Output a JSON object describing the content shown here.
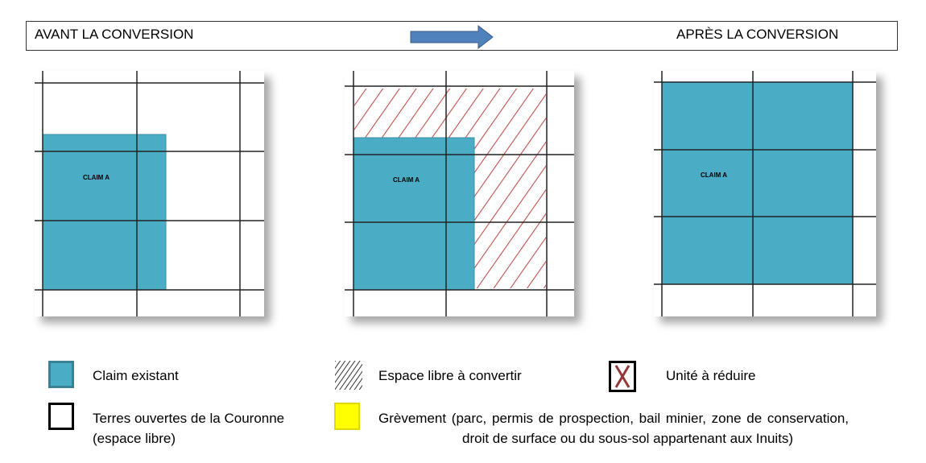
{
  "header": {
    "before_label": "AVANT LA CONVERSION",
    "after_label": "APRÈS LA CONVERSION",
    "arrow_icon": "right-arrow-icon"
  },
  "panels": [
    {
      "claim_label": "CLAIM A"
    },
    {
      "claim_label": "CLAIM A"
    },
    {
      "claim_label": "CLAIM A"
    }
  ],
  "legend": {
    "existing_claim": "Claim existant",
    "free_space_convert": "Espace libre à convertir",
    "unit_reduce": "Unité à réduire",
    "crown_lands_line1": "Terres ouvertes de la Couronne",
    "crown_lands_line2": "(espace libre)",
    "encumbrance_line1": "Grèvement (parc, permis de prospection, bail minier, zone de conservation,",
    "encumbrance_line2": "droit de surface ou du sous-sol appartenant aux Inuits)"
  },
  "colors": {
    "claim": "#4bacc6",
    "hatch": "#c0504d",
    "encumbrance": "#ffff00",
    "arrow": "#4f81bd"
  }
}
